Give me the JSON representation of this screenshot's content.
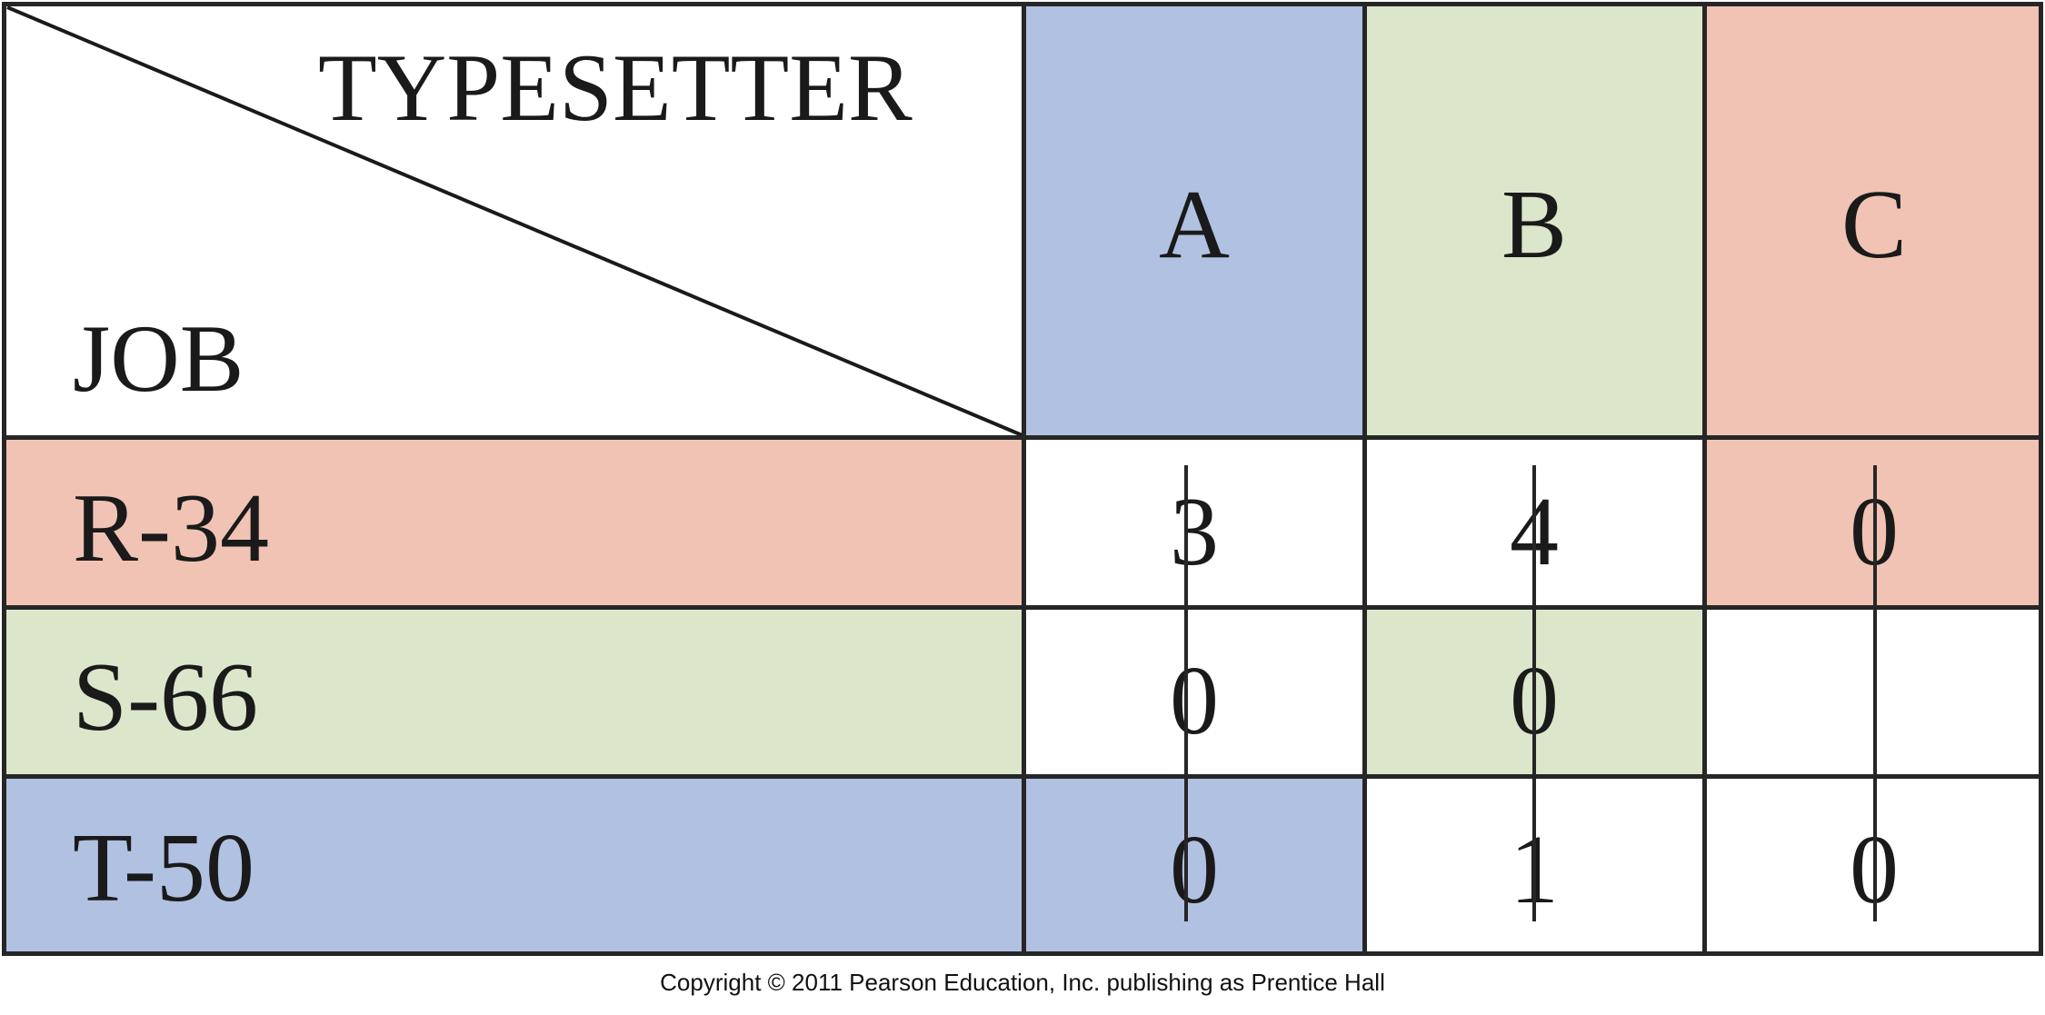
{
  "header": {
    "diagonal_top_label": "TYPESETTER",
    "diagonal_bottom_label": "JOB"
  },
  "columns": [
    {
      "label": "A",
      "color": "#b1c1e2"
    },
    {
      "label": "B",
      "color": "#dce6cb"
    },
    {
      "label": "C",
      "color": "#f1c3b4"
    }
  ],
  "rows": [
    {
      "label": "R-34",
      "color": "#f1c3b4",
      "values": [
        "3",
        "4",
        "0"
      ],
      "highlighted_column": 2
    },
    {
      "label": "S-66",
      "color": "#dce6cb",
      "values": [
        "0",
        "0",
        ""
      ],
      "highlighted_column": 1
    },
    {
      "label": "T-50",
      "color": "#b1c1e2",
      "values": [
        "0",
        "1",
        "0"
      ],
      "highlighted_column": 0
    }
  ],
  "strike_lines": {
    "covered_columns": [
      "A",
      "B",
      "C"
    ],
    "color": "#262626"
  },
  "footer": {
    "copyright": "Copyright © 2011 Pearson Education, Inc. publishing as Prentice Hall"
  }
}
